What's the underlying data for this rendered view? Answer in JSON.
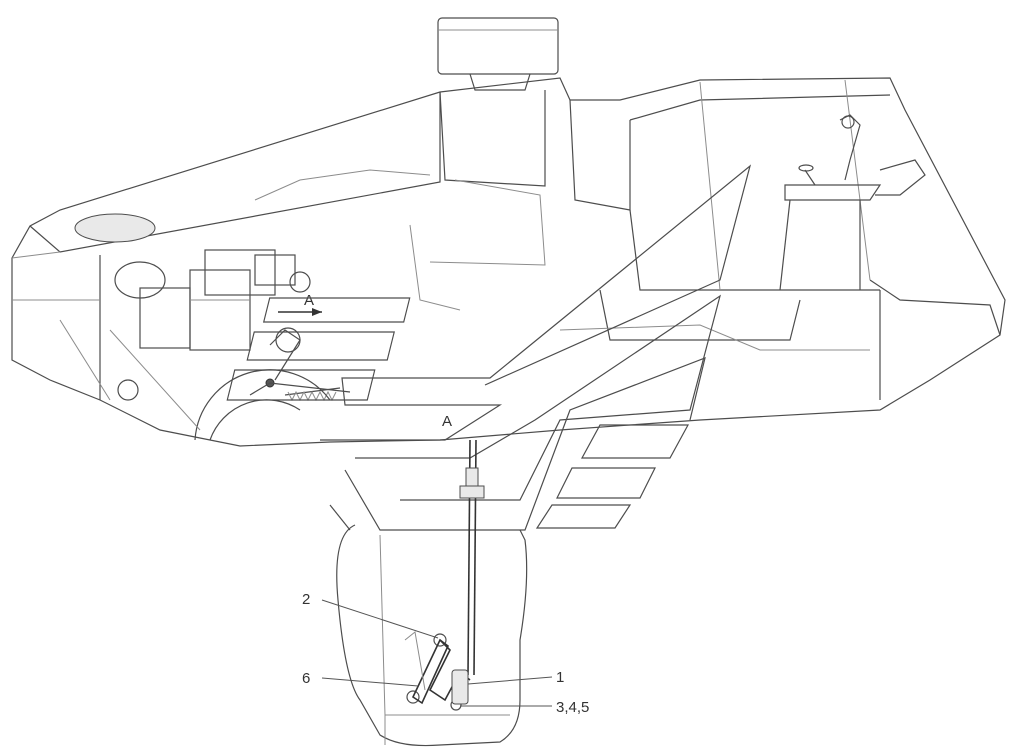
{
  "callouts": {
    "c1": "1",
    "c2": "2",
    "c345": "3,4,5",
    "c6": "6"
  },
  "view_marks": {
    "a_upper": "A",
    "a_arrow": "A"
  }
}
